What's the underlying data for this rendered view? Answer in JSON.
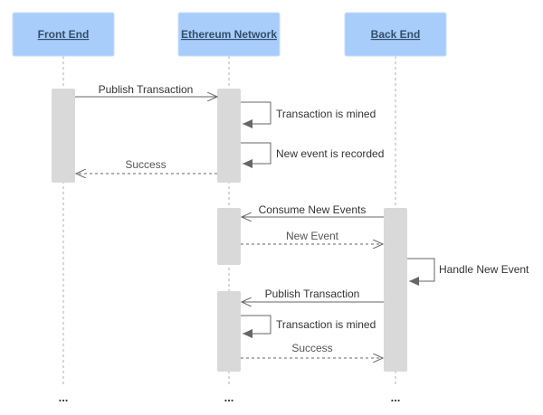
{
  "participants": {
    "front_end": "Front End",
    "ethereum_network": "Ethereum Network",
    "back_end": "Back End"
  },
  "messages": {
    "publish_transaction_1": "Publish Transaction",
    "transaction_mined_1": "Transaction is mined",
    "new_event_recorded": "New event is recorded",
    "success_1": "Success",
    "consume_new_events": "Consume New Events",
    "new_event": "New Event",
    "handle_new_event": "Handle New Event",
    "publish_transaction_2": "Publish Transaction",
    "transaction_mined_2": "Transaction is mined",
    "success_2": "Success"
  },
  "continuation": {
    "front_end": "...",
    "ethereum_network": "...",
    "back_end": "..."
  },
  "colors": {
    "participant_fill": "#a8cdfb",
    "participant_text": "#334e68",
    "activation_fill": "#d9d9d9",
    "lifeline": "#b0b0b0",
    "arrow": "#666666"
  }
}
